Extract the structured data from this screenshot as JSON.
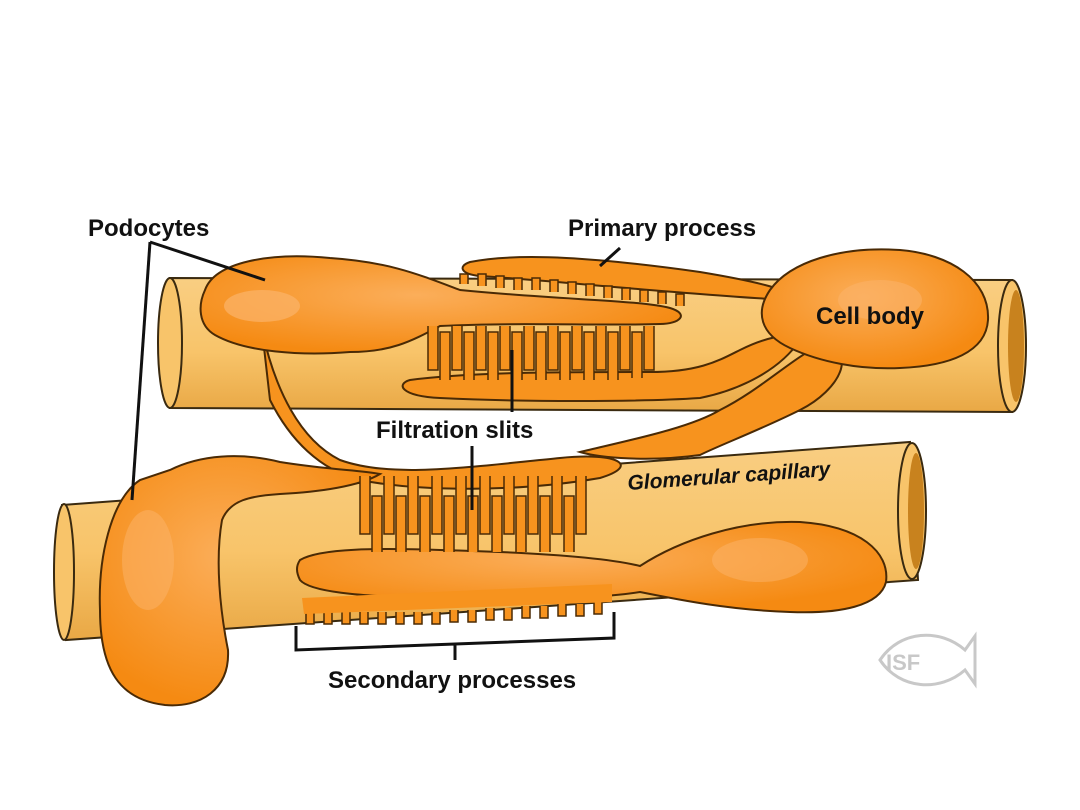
{
  "labels": {
    "podocytes": "Podocytes",
    "primary_process": "Primary process",
    "cell_body": "Cell body",
    "filtration_slits": "Filtration slits",
    "glomerular_capillary": "Glomerular capillary",
    "secondary_processes": "Secondary processes"
  },
  "logo": {
    "text": "ISF",
    "icon": "fish-logo"
  },
  "colors": {
    "capillary_fill": "#F8C46A",
    "capillary_shade": "#E8A53E",
    "capillary_outline": "#3A2A10",
    "podocyte_fill": "#F7931E",
    "podocyte_highlight": "#FBB36A",
    "podocyte_outline": "#4A2A05",
    "logo": "#C8C8C8"
  }
}
